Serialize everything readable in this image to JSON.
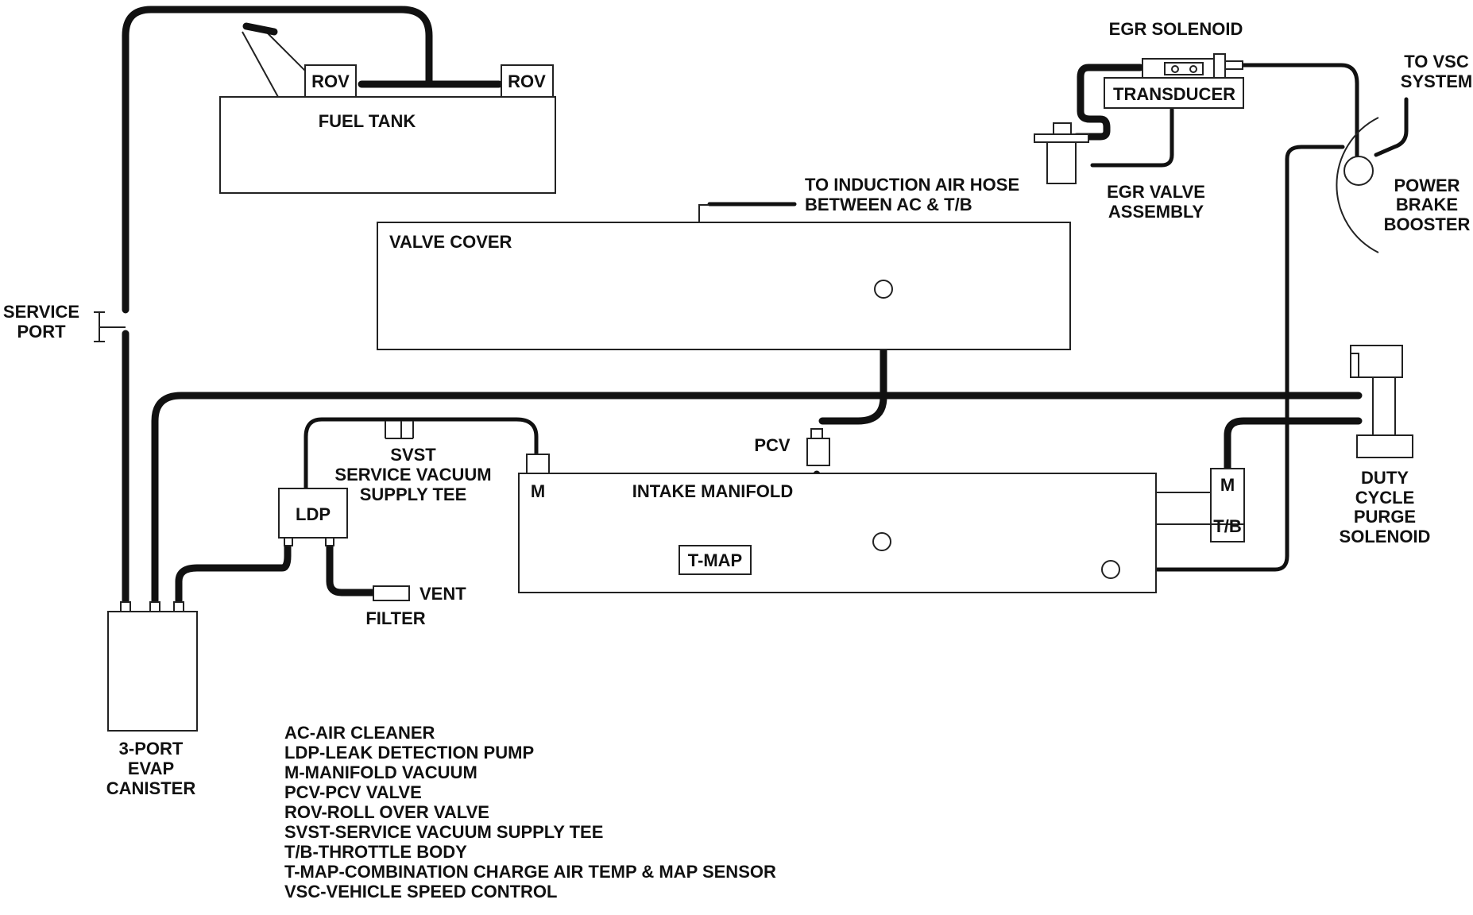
{
  "labels": {
    "service_port_1": "SERVICE",
    "service_port_2": "PORT",
    "fuel_tank": "FUEL TANK",
    "rov": "ROV",
    "egr_solenoid": "EGR SOLENOID",
    "transducer": "TRANSDUCER",
    "egr_valve_1": "EGR VALVE",
    "egr_valve_2": "ASSEMBLY",
    "to_vsc_1": "TO VSC",
    "to_vsc_2": "SYSTEM",
    "power_brake_1": "POWER",
    "power_brake_2": "BRAKE",
    "power_brake_3": "BOOSTER",
    "induction_1": "TO INDUCTION AIR HOSE",
    "induction_2": "BETWEEN AC & T/B",
    "valve_cover": "VALVE COVER",
    "pcv": "PCV",
    "svst_1": "SVST",
    "svst_2": "SERVICE VACUUM",
    "svst_3": "SUPPLY TEE",
    "ldp": "LDP",
    "vent": "VENT",
    "filter": "FILTER",
    "m": "M",
    "intake_manifold": "INTAKE MANIFOLD",
    "tmap": "T-MAP",
    "tb": "T/B",
    "duty_1": "DUTY",
    "duty_2": "CYCLE",
    "duty_3": "PURGE",
    "duty_4": "SOLENOID",
    "canister_1": "3-PORT",
    "canister_2": "EVAP",
    "canister_3": "CANISTER"
  },
  "legend": [
    "AC-AIR CLEANER",
    "LDP-LEAK DETECTION PUMP",
    "M-MANIFOLD VACUUM",
    "PCV-PCV VALVE",
    "ROV-ROLL OVER VALVE",
    "SVST-SERVICE VACUUM SUPPLY TEE",
    "T/B-THROTTLE BODY",
    "T-MAP-COMBINATION CHARGE AIR TEMP & MAP SENSOR",
    "VSC-VEHICLE SPEED CONTROL"
  ]
}
